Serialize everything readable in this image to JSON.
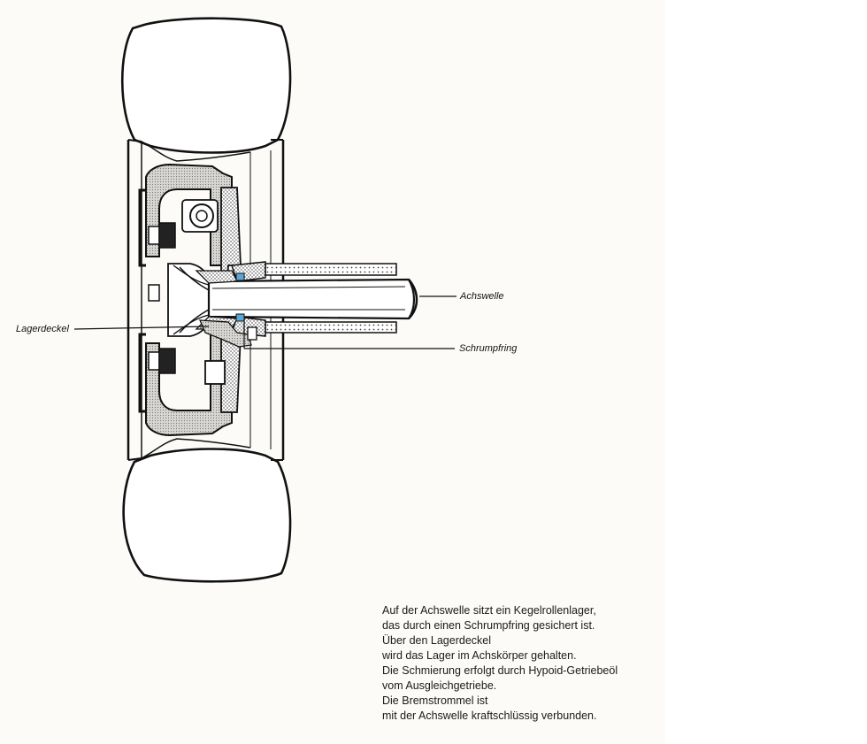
{
  "labels": {
    "achswelle": "Achswelle",
    "lagerdeckel": "Lagerdeckel",
    "schrumpfring": "Schrumpfring"
  },
  "caption": [
    "Auf der Achswelle sitzt ein Kegelrollenlager,",
    "das durch einen Schrumpfring gesichert ist.",
    "Über den Lagerdeckel",
    "wird das Lager im Achskörper gehalten.",
    "Die Schmierung erfolgt durch Hypoid-Getriebeöl",
    "vom Ausgleichgetriebe.",
    "Die Bremstrommel ist",
    "mit der Achswelle kraftschlüssig verbunden."
  ],
  "colors": {
    "ink": "#1a1a1a",
    "seal_blue": "#5aa7d8",
    "page": "#fcfbf8"
  }
}
